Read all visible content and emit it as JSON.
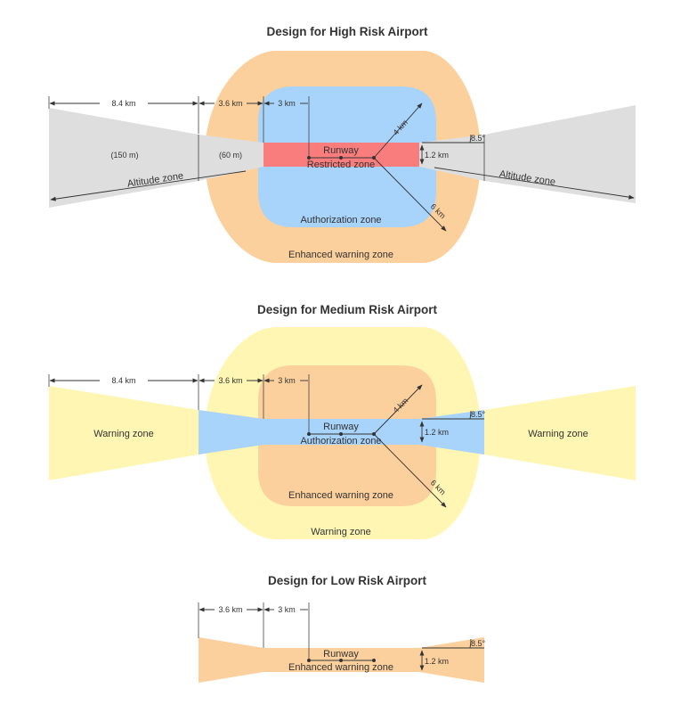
{
  "colors": {
    "enhanced_warning": "#fcd09c",
    "authorization": "#a8d3fa",
    "restricted": "#fa7d7d",
    "altitude": "#dedede",
    "warning": "#fff6b4",
    "ink": "#333333"
  },
  "high": {
    "title": "Design for High Risk Airport",
    "dim_8_4": "8.4 km",
    "dim_3_6": "3.6 km",
    "dim_3": "3 km",
    "dim_4": "4 km",
    "dim_6": "6 km",
    "dim_1_2": "1.2 km",
    "angle": "8.5°",
    "alt_150": "(150 m)",
    "alt_60": "(60 m)",
    "altitude_zone_left": "Altitude zone",
    "altitude_zone_right": "Altitude zone",
    "runway": "Runway",
    "restricted_zone": "Restricted zone",
    "authorization_zone": "Authorization zone",
    "enhanced_warning_zone": "Enhanced warning zone"
  },
  "medium": {
    "title": "Design for Medium Risk Airport",
    "dim_8_4": "8.4 km",
    "dim_3_6": "3.6 km",
    "dim_3": "3 km",
    "dim_4": "4 km",
    "dim_6": "6 km",
    "dim_1_2": "1.2 km",
    "angle": "8.5°",
    "warning_left": "Warning zone",
    "warning_right": "Warning zone",
    "runway": "Runway",
    "authorization_zone": "Authorization zone",
    "enhanced_warning_zone": "Enhanced warning zone",
    "warning_zone": "Warning zone"
  },
  "low": {
    "title": "Design for Low Risk Airport",
    "dim_3_6": "3.6 km",
    "dim_3": "3 km",
    "dim_1_2": "1.2 km",
    "angle": "8.5°",
    "runway": "Runway",
    "enhanced_warning_zone": "Enhanced warning zone"
  }
}
